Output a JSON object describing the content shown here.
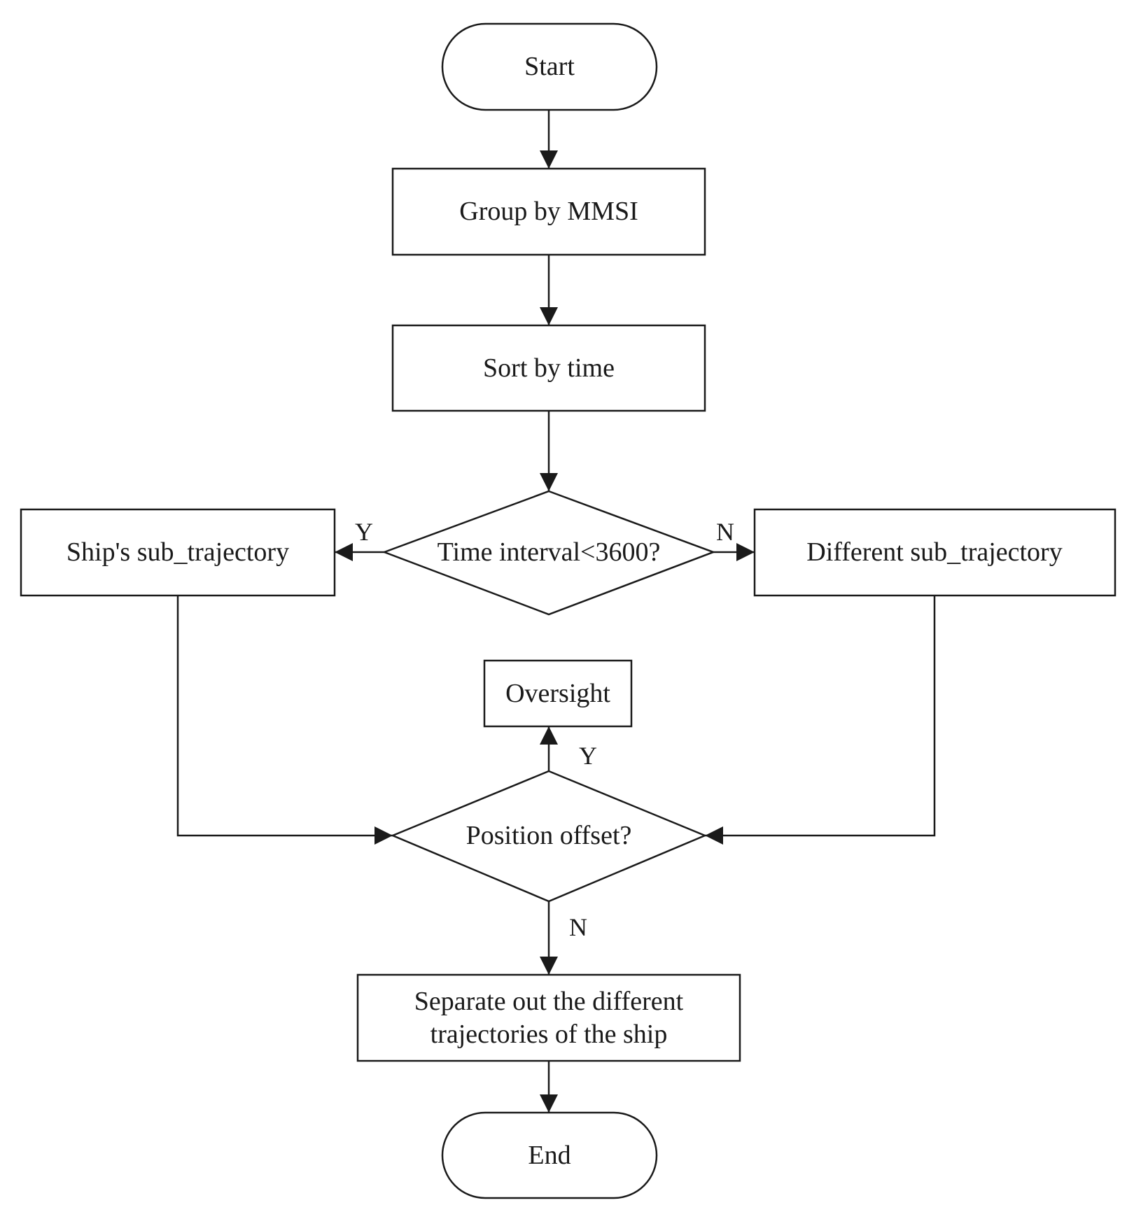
{
  "nodes": {
    "start": {
      "label": "Start"
    },
    "group_by_mmsi": {
      "label": "Group by MMSI"
    },
    "sort_by_time": {
      "label": "Sort by time"
    },
    "time_interval_decision": {
      "label": "Time interval<3600?"
    },
    "ships_sub_trajectory": {
      "label": "Ship's sub_trajectory"
    },
    "different_sub_trajectory": {
      "label": "Different sub_trajectory"
    },
    "oversight": {
      "label": "Oversight"
    },
    "position_offset_decision": {
      "label": "Position offset?"
    },
    "separate_trajectories": {
      "line1": "Separate out the different",
      "line2": "trajectories of the ship"
    },
    "end": {
      "label": "End"
    }
  },
  "edge_labels": {
    "time_yes": "Y",
    "time_no": "N",
    "position_yes": "Y",
    "position_no": "N"
  },
  "colors": {
    "stroke": "#1a1a1a",
    "fill": "#ffffff",
    "background": "#ffffff"
  }
}
